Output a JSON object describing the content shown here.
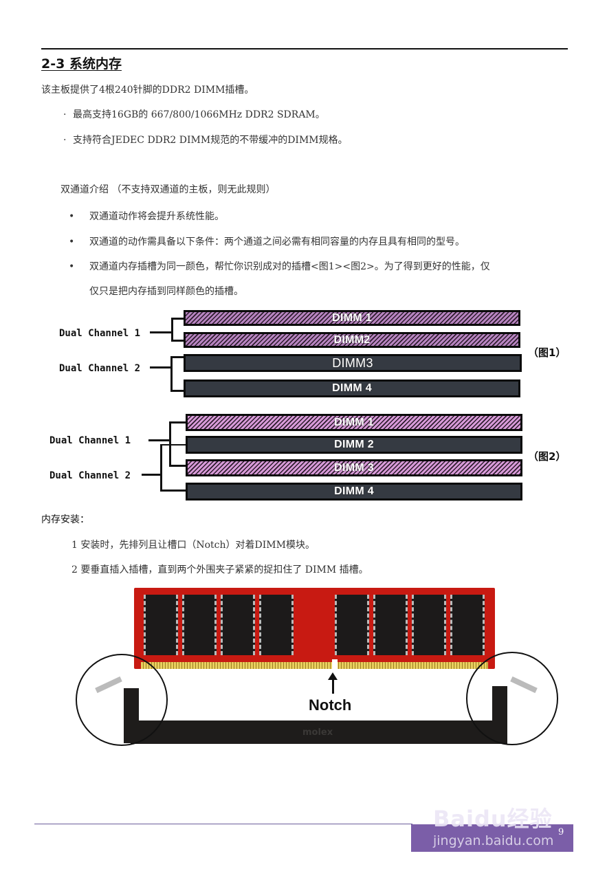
{
  "header": {
    "title": "2-3 系统内存"
  },
  "intro": {
    "text": "该主板提供了4根240针脚的DDR2 DIMM插槽。",
    "bullets": [
      "最高支持16GB的 667/800/1066MHz DDR2 SDRAM。",
      "支持符合JEDEC DDR2 DIMM规范的不带缓冲的DIMM规格。"
    ]
  },
  "dual_channel": {
    "heading": "双通道介绍 （不支持双通道的主板，则无此规则）",
    "bullets": [
      "双通道动作将会提升系统性能。",
      "双通道的动作需具备以下条件：两个通道之间必需有相同容量的内存且具有相同的型号。",
      "双通道内存插槽为同一颜色，帮忙你识别成对的插槽<图1><图2>。为了得到更好的性能，仅",
      "仅只是把内存插到同样颜色的插槽。"
    ]
  },
  "figure1": {
    "label": "（图1）",
    "channels": [
      "Dual Channel 1",
      "Dual Channel 2"
    ],
    "slots": [
      {
        "label": "DIMM 1",
        "color": "purple"
      },
      {
        "label": "DIMM2",
        "color": "purple"
      },
      {
        "label": "DIMM3",
        "color": "dark"
      },
      {
        "label": "DIMM 4",
        "color": "dark"
      }
    ]
  },
  "figure2": {
    "label": "（图2）",
    "channels": [
      "Dual Channel 1",
      "Dual Channel 2"
    ],
    "slots": [
      {
        "label": "DIMM 1",
        "color": "purple"
      },
      {
        "label": "DIMM 2",
        "color": "dark"
      },
      {
        "label": "DIMM 3",
        "color": "purple"
      },
      {
        "label": "DIMM 4",
        "color": "dark"
      }
    ]
  },
  "installation": {
    "heading": "内存安装：",
    "steps": [
      "1  安装时，先排列且让槽口（Notch）对着DIMM模块。",
      "2  要垂直插入插槽，直到两个外围夹子紧紧的捉扣住了 DIMM 插槽。"
    ],
    "image": {
      "notch_label": "Notch",
      "socket_brand": "molex"
    }
  },
  "footer": {
    "page_number": "9",
    "watermark_brand": "Baidu经验",
    "watermark_url": "jingyan.baidu.com"
  },
  "colors": {
    "purple_slot": "#b784c0",
    "dark_slot": "#353a42",
    "footer_band": "#7b5ea8",
    "pcb_red": "#c81a12"
  }
}
